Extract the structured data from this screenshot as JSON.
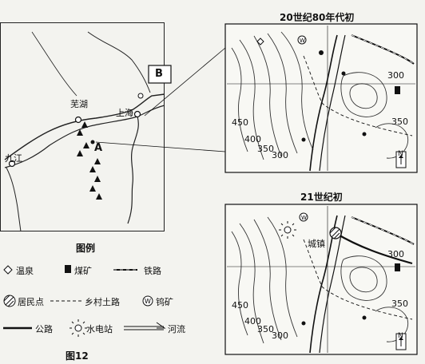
{
  "overview_map": {
    "labels": {
      "wuhu": "芜湖",
      "shanghai": "上海",
      "jiujiang": "九江",
      "a": "A",
      "b": "B"
    }
  },
  "map_1980s": {
    "title": "20世纪80年代初",
    "contours": [
      "450",
      "400",
      "350",
      "300",
      "300",
      "350"
    ]
  },
  "map_2000s": {
    "title": "21世纪初",
    "contours": [
      "450",
      "400",
      "350",
      "300",
      "300",
      "350"
    ],
    "town_label": "城镇"
  },
  "legend": {
    "title": "图例",
    "items": [
      {
        "label": "温泉",
        "icon": "hot-spring-icon"
      },
      {
        "label": "煤矿",
        "icon": "coal-mine-icon"
      },
      {
        "label": "铁路",
        "icon": "railway-icon"
      },
      {
        "label": "居民点",
        "icon": "settlement-icon"
      },
      {
        "label": "乡村土路",
        "icon": "dirt-road-icon"
      },
      {
        "label": "钨矿",
        "icon": "tungsten-mine-icon"
      },
      {
        "label": "公路",
        "icon": "highway-icon"
      },
      {
        "label": "水电站",
        "icon": "hydropower-icon"
      },
      {
        "label": "河流",
        "icon": "river-icon"
      }
    ]
  },
  "north_label": "N",
  "caption": "图12"
}
